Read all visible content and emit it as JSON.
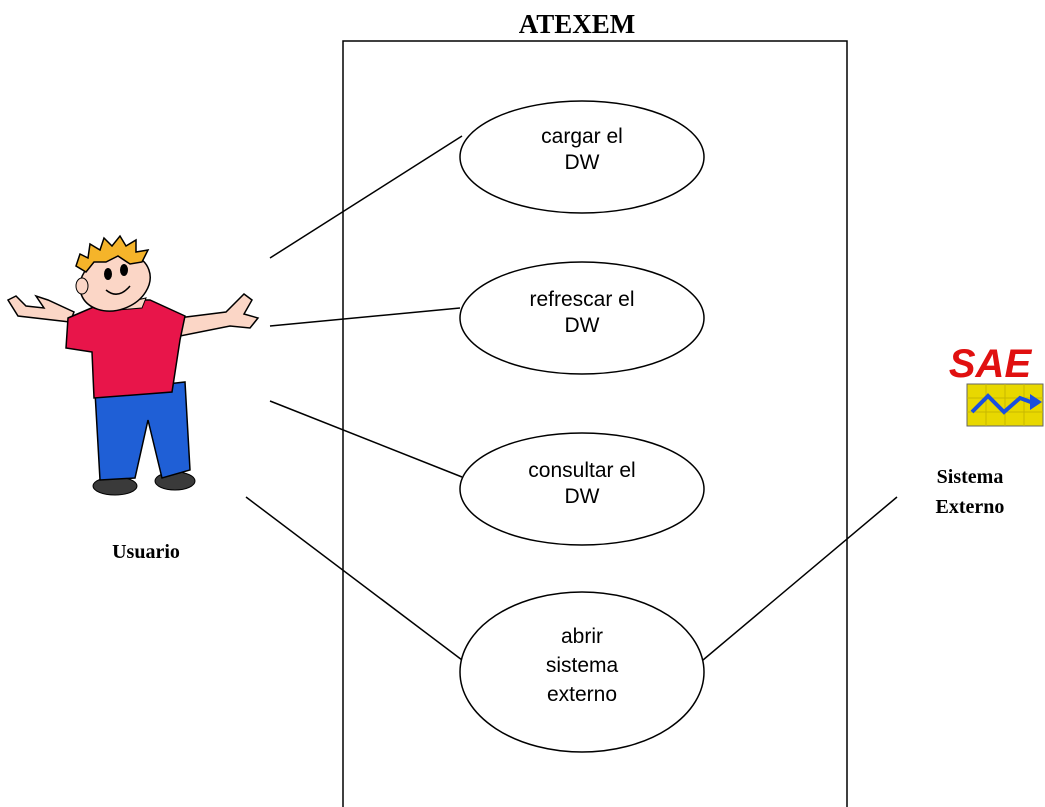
{
  "system": {
    "title": "ATEXEM"
  },
  "actors": {
    "usuario": {
      "label": "Usuario"
    },
    "externo": {
      "label_line1": "Sistema",
      "label_line2": "Externo",
      "logo_text": "SAE"
    }
  },
  "use_cases": [
    {
      "lines": [
        "cargar el",
        "DW"
      ]
    },
    {
      "lines": [
        "refrescar el",
        "DW"
      ]
    },
    {
      "lines": [
        "consultar el",
        "DW"
      ]
    },
    {
      "lines": [
        "abrir",
        "sistema",
        "externo"
      ]
    }
  ],
  "colors": {
    "shirt": "#e8154a",
    "pants": "#1f5fd6",
    "hair": "#f5b42a",
    "skin": "#fbd6c6",
    "sae": "#e01010",
    "chart_bg": "#e8d800"
  }
}
